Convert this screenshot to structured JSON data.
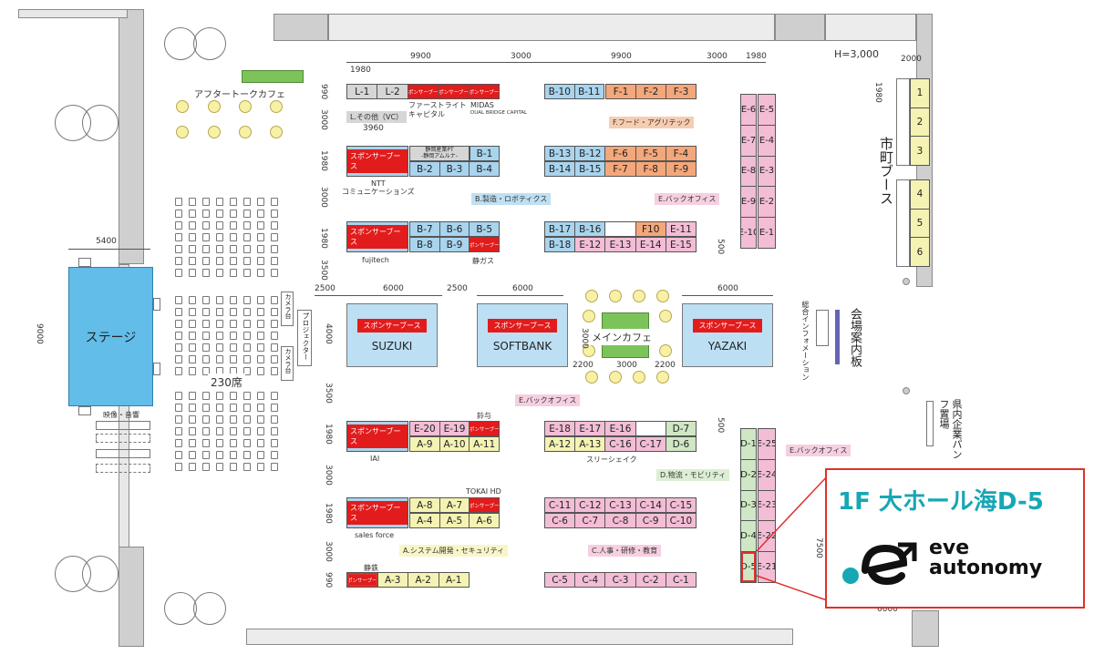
{
  "colors": {
    "blue": "#a9d4ee",
    "orange": "#f3a77a",
    "pink": "#f3bdd6",
    "yellow": "#f5f3b3",
    "green": "#cfe7c4",
    "sponsor": "#e21c1c",
    "stage": "#62bde8",
    "maincafe": "#7cc45a",
    "highlight": "#e0302a",
    "teal": "#16a7b4"
  },
  "header": {
    "height_label": "H=3,000"
  },
  "dims": {
    "d1980a": "1980",
    "d9900a": "9900",
    "d3000a": "3000",
    "d9900b": "9900",
    "d3000b": "3000",
    "d1980b": "1980",
    "d2000": "2000",
    "d990a": "990",
    "d3000c": "3000",
    "d1980c": "1980",
    "d3000d": "3000",
    "d1980d": "1980",
    "d3500a": "3500",
    "d3960": "3960",
    "d5400": "5400",
    "d9000": "9000",
    "d2500a": "2500",
    "d6000a": "6000",
    "d2500b": "2500",
    "d6000b": "6000",
    "d6000c": "6000",
    "d4000": "4000",
    "d3000e": "3000",
    "d2200a": "2200",
    "d3000f": "3000",
    "d2200b": "2200",
    "d500a": "500",
    "d500b": "500",
    "d3500b": "3500",
    "d1980e": "1980",
    "d3000g": "3000",
    "d1980f": "1980",
    "d3000h": "3000",
    "d990b": "990",
    "d1980g": "1980",
    "d6000d": "6000",
    "d7500": "7500"
  },
  "areas": {
    "after_talk_cafe": "アフタートークカフェ",
    "stage": "ステージ",
    "seats": "230席",
    "av": "映像・音響",
    "camera1": "カメラ台",
    "projector": "プロジェクター",
    "camera2": "カメラ台",
    "main_cafe": "メインカフェ",
    "city_booth": "市町ブース",
    "info": "総合インフォメーション",
    "guide": "会場案内板",
    "pref_pamph": "県内企業パンフ置場"
  },
  "sponsor_label": "スポンサーブース",
  "sponsor_small": "スポンサーブース",
  "big_booths": {
    "suzuki": "SUZUKI",
    "softbank": "SOFTBANK",
    "yazaki": "YAZAKI"
  },
  "categories": {
    "L": "L.その他（VC）",
    "F": "F.フード・アグリテック",
    "B": "B.製造・ロボティクス",
    "E1": "E.バックオフィス",
    "E2": "E.バックオフィス",
    "E3": "E.バックオフィス",
    "D": "D.物流・モビリティ",
    "A": "A.システム開発・セキュリティ",
    "C": "C.人事・研修・教育"
  },
  "company_labels": {
    "firstlight": "ファーストライト\nキャピタル",
    "midas": "MIDAS",
    "midas2": "DUAL BRIDGE CAPITAL",
    "shizuoka": "静岡産業PT\n-静岡アムルナ-",
    "ntt": "NTT\nコミュニケーションズ",
    "fujitech": "fujitech",
    "shizugas": "静ガス",
    "suzuyo": "鈴与",
    "iai": "IAI",
    "threeshake": "スリーシェイク",
    "tokai": "TOKAI HD",
    "salesforce": "sales force",
    "seitetsu": "静鉄"
  },
  "booths": {
    "L": [
      "L-1",
      "L-2"
    ],
    "B_top": [
      "B-10",
      "B-11"
    ],
    "F_top": [
      "F-1",
      "F-2",
      "F-3"
    ],
    "B1": [
      "B-1"
    ],
    "B2": [
      "B-2",
      "B-3",
      "B-4"
    ],
    "BF_a": [
      "B-13",
      "B-12",
      "F-6",
      "F-5",
      "F-4"
    ],
    "BF_b": [
      "B-14",
      "B-15",
      "F-7",
      "F-8",
      "F-9"
    ],
    "B3": [
      "B-7",
      "B-6",
      "B-5"
    ],
    "B4": [
      "B-8",
      "B-9"
    ],
    "BE_a": [
      "B-17",
      "B-16",
      "",
      "F10",
      "E-11"
    ],
    "BE_b": [
      "B-18",
      "E-12",
      "E-13",
      "E-14",
      "E-15"
    ],
    "E_left": [
      "E-6",
      "E-7",
      "E-8",
      "E-9",
      "E-10"
    ],
    "E_right": [
      "E-5",
      "E-4",
      "E-3",
      "E-2",
      "E-1"
    ],
    "E_row1": [
      "E-20",
      "E-19"
    ],
    "A_row1": [
      "A-9",
      "A-10",
      "A-11"
    ],
    "ED_a": [
      "E-18",
      "E-17",
      "E-16",
      "D-7"
    ],
    "AC_b": [
      "A-12",
      "A-13",
      "C-16",
      "C-17",
      "D-6"
    ],
    "A_row2": [
      "A-8",
      "A-7"
    ],
    "A_row3": [
      "A-4",
      "A-5",
      "A-6"
    ],
    "C_a": [
      "C-11",
      "C-12",
      "C-13",
      "C-14",
      "C-15"
    ],
    "C_b": [
      "C-6",
      "C-7",
      "C-8",
      "C-9",
      "C-10"
    ],
    "A_row4": [
      "A-3",
      "A-2",
      "A-1"
    ],
    "C_c": [
      "C-5",
      "C-4",
      "C-3",
      "C-2",
      "C-1"
    ],
    "D_col": [
      "D-1",
      "D-2",
      "D-3",
      "D-4",
      "D-5"
    ],
    "E_col": [
      "E-25",
      "E-24",
      "E-23",
      "E-22",
      "E-21"
    ],
    "city": [
      "1",
      "2",
      "3",
      "4",
      "5",
      "6"
    ]
  },
  "callout": {
    "title": "1F 大ホール海D-5",
    "brand_line1": "eve",
    "brand_line2": "autonomy"
  }
}
